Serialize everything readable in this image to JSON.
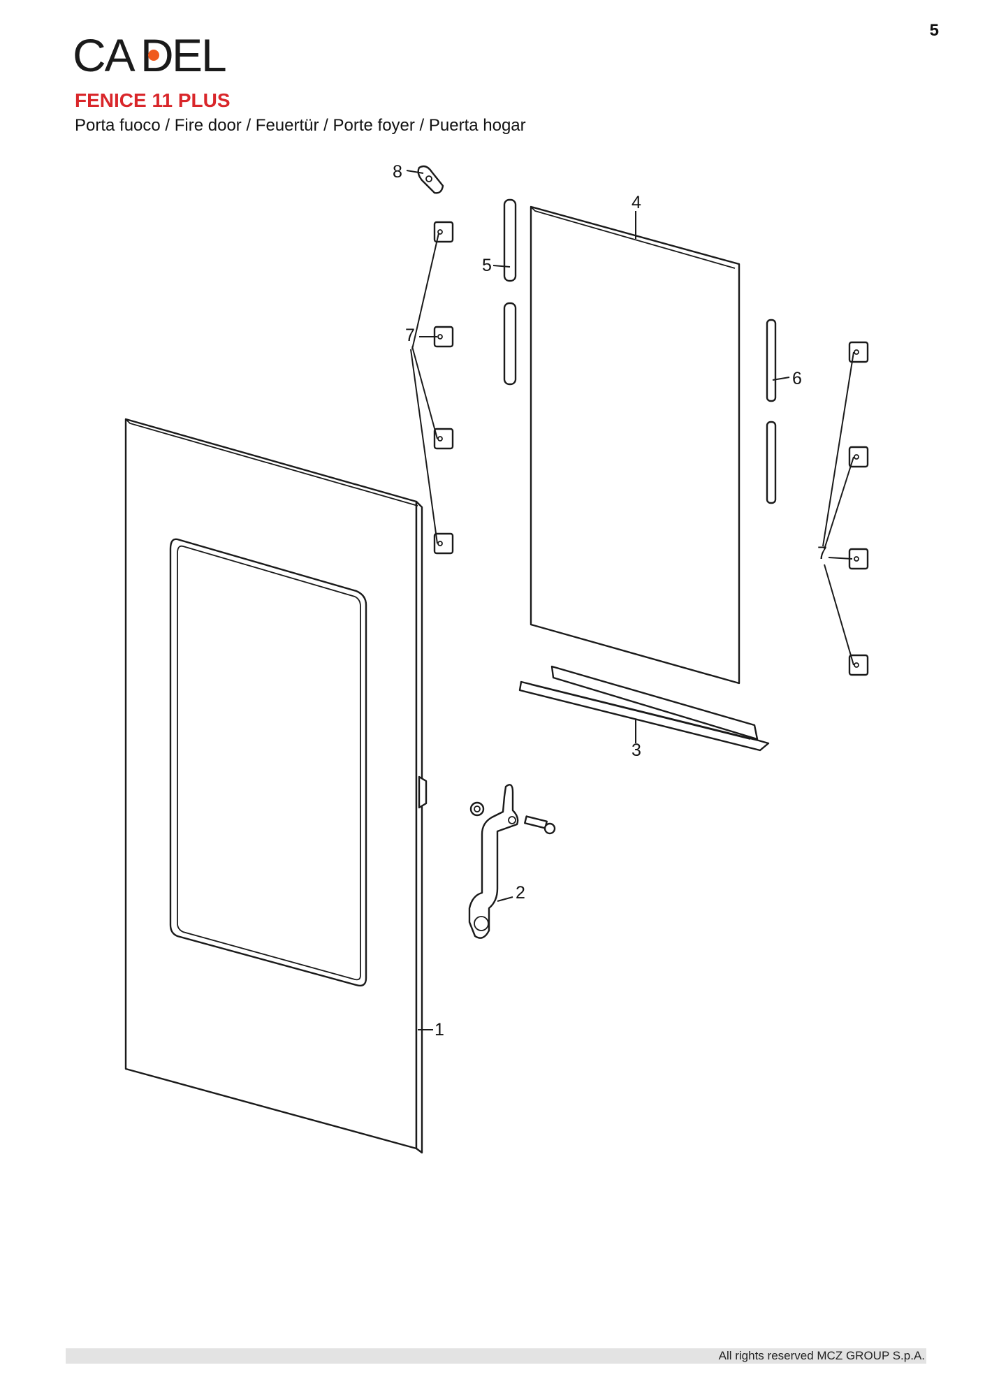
{
  "page": {
    "number": "5",
    "brand": "CADEL",
    "model": "FENICE 11 PLUS",
    "subtitle": "Porta fuoco / Fire door / Feuertür / Porte foyer / Puerta hogar",
    "footer": "All rights reserved MCZ GROUP S.p.A."
  },
  "colors": {
    "brand_red": "#d9262a",
    "logo_dot": "#f05a1e",
    "footer_bar": "#e3e3e3"
  },
  "diagram": {
    "callouts": [
      "1",
      "2",
      "3",
      "4",
      "5",
      "6",
      "7",
      "7",
      "8"
    ]
  }
}
